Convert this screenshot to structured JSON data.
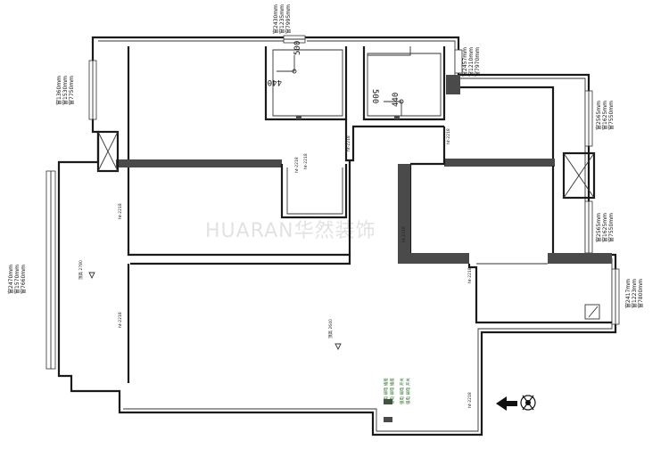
{
  "watermark": "HUARAN华然装饰",
  "dim_groups": {
    "top": [
      "窗2430mm",
      "窗1235mm",
      "窗7995mm"
    ],
    "left_upper": [
      "窗1360mm",
      "窗1530mm",
      "窗7750mm"
    ],
    "left_lower": [
      "窗2470mm",
      "窗1570mm",
      "窗7660mm"
    ],
    "right_upper_top": [
      "窗2457mm",
      "窗1210mm",
      "窗7970mm"
    ],
    "right_upper": [
      "窗2565mm",
      "窗1625mm",
      "窗7550mm"
    ],
    "right_middle": [
      "窗2565mm",
      "窗1625mm",
      "窗7550mm"
    ],
    "right_lower": [
      "窗2417mm",
      "窗1223mm",
      "窗7800mm"
    ]
  },
  "dims": {
    "d500a": "500",
    "d440a": "440",
    "d500b": "500",
    "d440b": "440"
  },
  "tags": {
    "t1": "ht-2218",
    "t2": "ht-2218",
    "t3": "ht-2218",
    "t4": "ht-2218",
    "t5": "ht-2218",
    "t6": "ht-2218",
    "t7": "ht-2218",
    "t8": "ht-2218",
    "t9": "ht-2218",
    "ceiling_left": "顶高 2780",
    "ceiling_center": "顶高 2640"
  },
  "notes": [
    "强电 弱电 插座",
    "强电 弱电 插座",
    "强电 弱电 开关",
    "强电 弱电 开关"
  ],
  "icons": {
    "entry": "entry-arrow-icon",
    "compass": "compass-icon"
  }
}
